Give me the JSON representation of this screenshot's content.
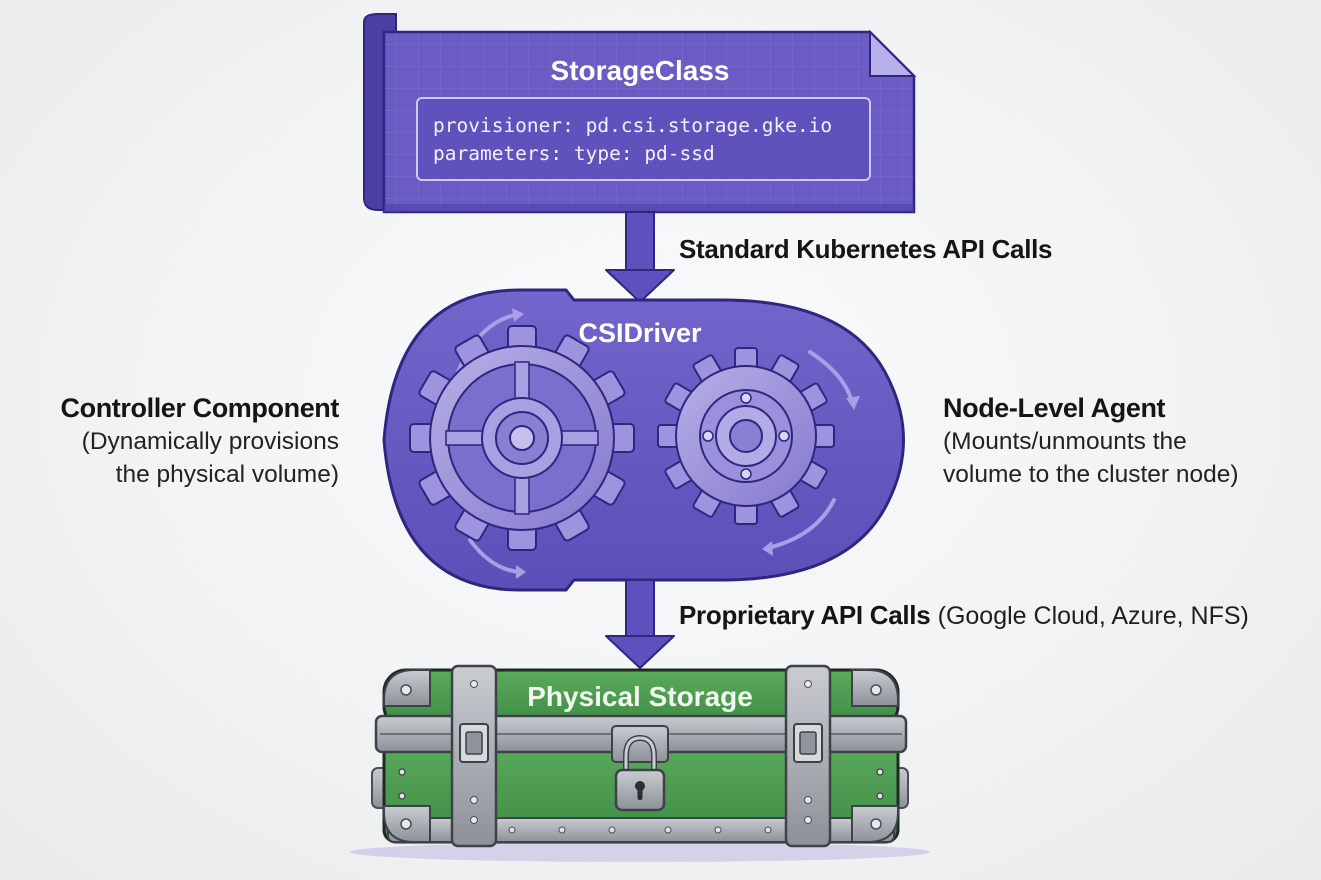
{
  "storage_class": {
    "title": "StorageClass",
    "provisioner_line": "provisioner: pd.csi.storage.gke.io",
    "parameters_line": "parameters: type: pd-ssd"
  },
  "arrows": {
    "top_label": "Standard Kubernetes API Calls",
    "bottom_label_bold": "Proprietary API Calls",
    "bottom_label_paren": "(Google Cloud, Azure, NFS)"
  },
  "csi_driver": {
    "title": "CSIDriver"
  },
  "controller": {
    "title": "Controller Component",
    "desc_line1": "(Dynamically provisions",
    "desc_line2": "the physical volume)"
  },
  "node_agent": {
    "title": "Node-Level Agent",
    "desc_line1": "(Mounts/unmounts the",
    "desc_line2": "volume to the cluster node)"
  },
  "physical_storage": {
    "title": "Physical Storage"
  },
  "colors": {
    "purple": "#6a5cc4",
    "purple_dark": "#3f3494",
    "purple_light": "#8c80da",
    "green": "#4c9a4f",
    "metal": "#a9adb3"
  }
}
